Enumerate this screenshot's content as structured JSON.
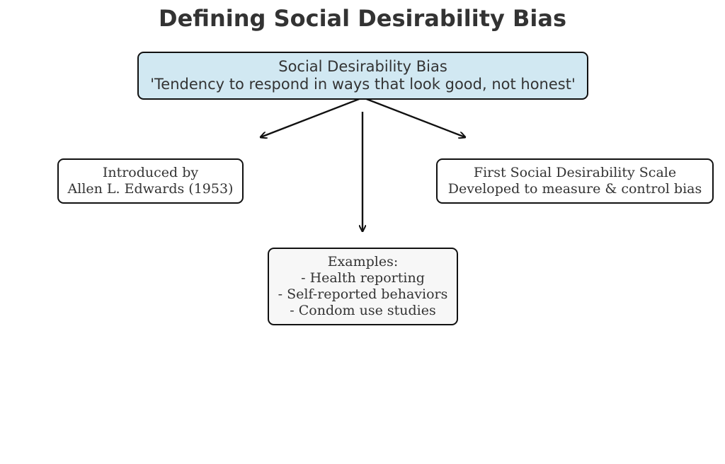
{
  "title": "Defining Social Desirability Bias",
  "nodes": {
    "root": {
      "line1": "Social Desirability Bias",
      "line2": "'Tendency to respond in ways that look good, not honest'",
      "fill": "#d1e8f2"
    },
    "origin": {
      "line1": "Introduced by",
      "line2": "Allen L. Edwards (1953)",
      "fill": "#ffffff"
    },
    "scale": {
      "line1": "First Social Desirability Scale",
      "line2": "Developed to measure & control bias",
      "fill": "#ffffff"
    },
    "examples": {
      "heading": "Examples:",
      "items": [
        "- Health reporting",
        "- Self-reported behaviors",
        "- Condom use studies"
      ],
      "fill": "#f7f7f7"
    }
  },
  "edges": [
    {
      "from": "root",
      "to": "origin"
    },
    {
      "from": "root",
      "to": "scale"
    },
    {
      "from": "root",
      "to": "examples"
    }
  ]
}
